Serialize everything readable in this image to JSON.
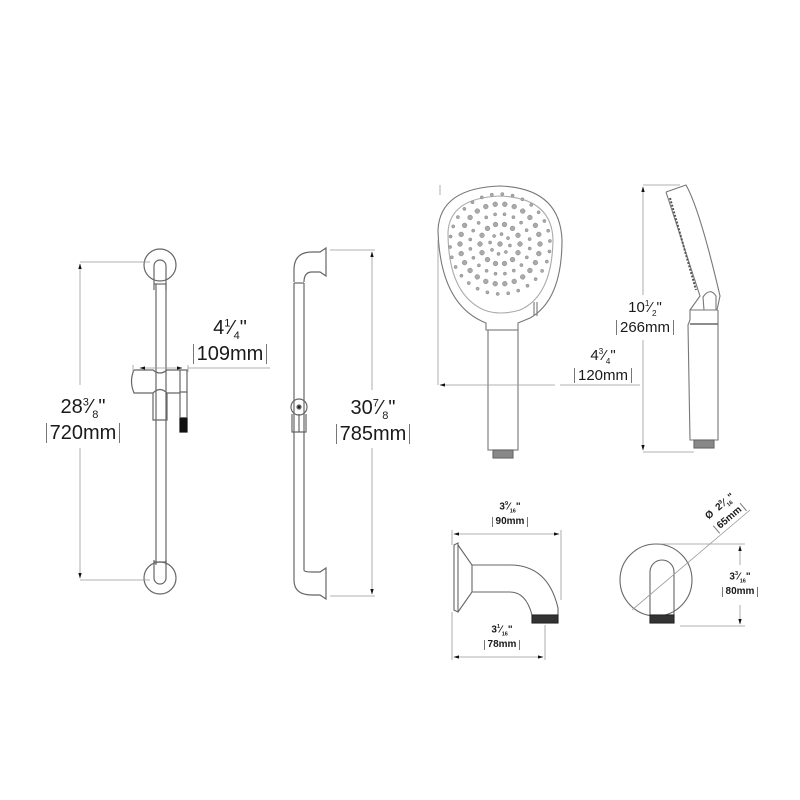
{
  "diagram": {
    "title": "Shower system dimension drawing",
    "stroke_color": "#555555",
    "line_color": "#999999",
    "components": {
      "slide_bar_front": {
        "label": "slide-bar-front-view"
      },
      "slide_bar_side": {
        "label": "slide-bar-side-view"
      },
      "hand_shower_front": {
        "label": "hand-shower-front-view"
      },
      "hand_shower_side": {
        "label": "hand-shower-side-view"
      },
      "wall_elbow_side": {
        "label": "wall-elbow-side-view"
      },
      "wall_elbow_front": {
        "label": "wall-elbow-front-view"
      }
    },
    "dimensions": {
      "slide_bar_height": {
        "whole": "28",
        "num": "3",
        "den": "8",
        "inch": "\"",
        "metric": "720mm"
      },
      "holder_width": {
        "whole": "4",
        "num": "1",
        "den": "4",
        "inch": "\"",
        "metric": "109mm"
      },
      "slide_bar_total_height": {
        "whole": "30",
        "num": "7",
        "den": "8",
        "inch": "\"",
        "metric": "785mm"
      },
      "hand_shower_length": {
        "whole": "10",
        "num": "1",
        "den": "2",
        "inch": "\"",
        "metric": "266mm"
      },
      "hand_shower_width": {
        "whole": "4",
        "num": "3",
        "den": "4",
        "inch": "\"",
        "metric": "120mm"
      },
      "elbow_projection": {
        "whole": "3",
        "num": "9",
        "den": "16",
        "inch": "\"",
        "metric": "90mm"
      },
      "elbow_outlet_offset": {
        "whole": "3",
        "num": "1",
        "den": "16",
        "inch": "\"",
        "metric": "78mm"
      },
      "flange_diameter": {
        "prefix": "Ø",
        "whole": "2",
        "num": "9",
        "den": "16",
        "inch": "\"",
        "metric": "65mm"
      },
      "elbow_height": {
        "whole": "3",
        "num": "3",
        "den": "16",
        "inch": "\"",
        "metric": "80mm"
      }
    }
  }
}
